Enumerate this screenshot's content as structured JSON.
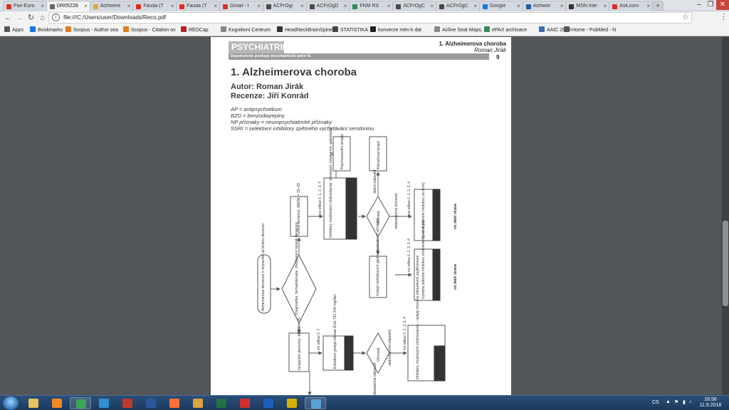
{
  "tabs": [
    {
      "title": "Pan-Euro",
      "color": "#d93025"
    },
    {
      "title": "DR05Z28",
      "color": "#666666",
      "active": true
    },
    {
      "title": "Alzheime",
      "color": "#e8a33d"
    },
    {
      "title": "Fauda (T",
      "color": "#d93025"
    },
    {
      "title": "Fauda (T",
      "color": "#d93025"
    },
    {
      "title": "Gmail - I",
      "color": "#d93025"
    },
    {
      "title": "ACFrOgi",
      "color": "#4a4a4a"
    },
    {
      "title": "ACFrOgD",
      "color": "#4a4a4a"
    },
    {
      "title": "FNM RS",
      "color": "#2e8b57"
    },
    {
      "title": "ACFrOgC",
      "color": "#4a4a4a"
    },
    {
      "title": "ACFrOgC",
      "color": "#4a4a4a"
    },
    {
      "title": "Google",
      "color": "#1a73e8"
    },
    {
      "title": "Alzheim",
      "color": "#1f5fa8"
    },
    {
      "title": "MSN Inte",
      "color": "#333333"
    },
    {
      "title": "Ask.com",
      "color": "#d93025"
    }
  ],
  "address": {
    "url": "file:///C:/Users/user/Downloads/Reco.pdf"
  },
  "bookmarks": [
    {
      "label": "Apps",
      "color": "#555555"
    },
    {
      "label": "Bookmarks",
      "color": "#1a73e8"
    },
    {
      "label": "Scopus - Author sea",
      "color": "#e07b1a"
    },
    {
      "label": "Scopus - Citation ov",
      "color": "#e07b1a"
    },
    {
      "label": "REDCap",
      "color": "#b22222"
    },
    {
      "label": "Kognitivni Centrum",
      "color": "#888888"
    },
    {
      "label": "HeadNeckBrainSpine",
      "color": "#333333"
    },
    {
      "label": "STATISTIKA",
      "color": "#444444"
    },
    {
      "label": "konverze mén k dat",
      "color": "#222222"
    },
    {
      "label": "Airline Seat Maps, Fl",
      "color": "#888888"
    },
    {
      "label": "ePAX archivace",
      "color": "#2e8b57"
    },
    {
      "label": "AAIC 2018",
      "color": "#3a6fb0"
    },
    {
      "label": "Home - PubMed - N",
      "color": "#555555"
    }
  ],
  "pdf": {
    "journal": "PSYCHIATRIE",
    "series": "Doporučené postupy psychiatrické péče IV.",
    "header_title": "1. Alzheimerova choroba",
    "header_author": "Roman Jirák",
    "page_number": "9",
    "title": "1. Alzheimerova choroba",
    "author": "Autor: Roman Jirák",
    "reviewer": "Recenze: Jiří Konrád",
    "abbreviations": [
      "AP = antipsychotikum",
      "BZD = benzodiazepiny",
      "NP příznaky = neuropsychiatrické příznaky",
      "SSRI = selektivní inhibitory zpětného vychytávání serotoninu"
    ],
    "flowchart": {
      "start": "Alzheimerova demence s incipientní až lehkou demencí",
      "diagnosis": "Diagnostika, farmakoterapie, zhodnocení stupně demence",
      "mild": "Lehká demence, MMSE = 25–20",
      "incipient": "Incipientní demence, MMSE > 25",
      "acheI": "Inhibitory mozkových cholinesteráz: donepezil, rivastigmin, galantamin",
      "efficacy1": "Účinnost",
      "efficacy2": "Účinnost",
      "psycho": "Psychosociální terapie",
      "continue": "Pokračovat terapii",
      "switch": "Výměna jednoho inhibitoru za druhý",
      "side": "Výskyt nežádoucích gastrointestinálních příznaků",
      "switch2": "Výměna jednoho inhibitoru cholinesteráz za druhý",
      "ginkgo": "Extraktum ginkgo bilobae EGb 761 240 mg/den",
      "combo": "Inhibitory mozkových cholinesteráz – nebyly fixovány zdravotními pojišťovnami",
      "ref_a": "viz odkaz č. 1, 2, 3, 4",
      "ref_b": "viz odkaz č. 1, 2, 3, 4",
      "ref_c": "viz odkaz č. 1, 2, 3, 4",
      "ref_d": "viz odkaz č. 7",
      "ref_e": "viz odkaz č. 1, 2, 3, 4",
      "good": "dobrá odpověď",
      "poor": "nedostatečná účinnost",
      "poor2": "nedostatečná odpověď",
      "good2": "dostatečná odpověď",
      "next1": "viz další strana",
      "next2": "viz další strana"
    }
  },
  "taskbar": {
    "icons": [
      {
        "name": "explorer",
        "color": "#e8c25a"
      },
      {
        "name": "media-player",
        "color": "#f08a24"
      },
      {
        "name": "chrome",
        "color": "#3aa757"
      },
      {
        "name": "internet-explorer",
        "color": "#2f8fd6"
      },
      {
        "name": "spss",
        "color": "#c0392b"
      },
      {
        "name": "word",
        "color": "#2b579a"
      },
      {
        "name": "firefox",
        "color": "#ff7139"
      },
      {
        "name": "files",
        "color": "#d9a441"
      },
      {
        "name": "excel",
        "color": "#217346"
      },
      {
        "name": "acrobat",
        "color": "#d32f2f"
      },
      {
        "name": "app-x",
        "color": "#1e5fb8"
      },
      {
        "name": "tool",
        "color": "#d4b106"
      },
      {
        "name": "window",
        "color": "#5aa0d6"
      }
    ],
    "language": "CS",
    "time": "16:56",
    "date": "11.9.2018"
  }
}
